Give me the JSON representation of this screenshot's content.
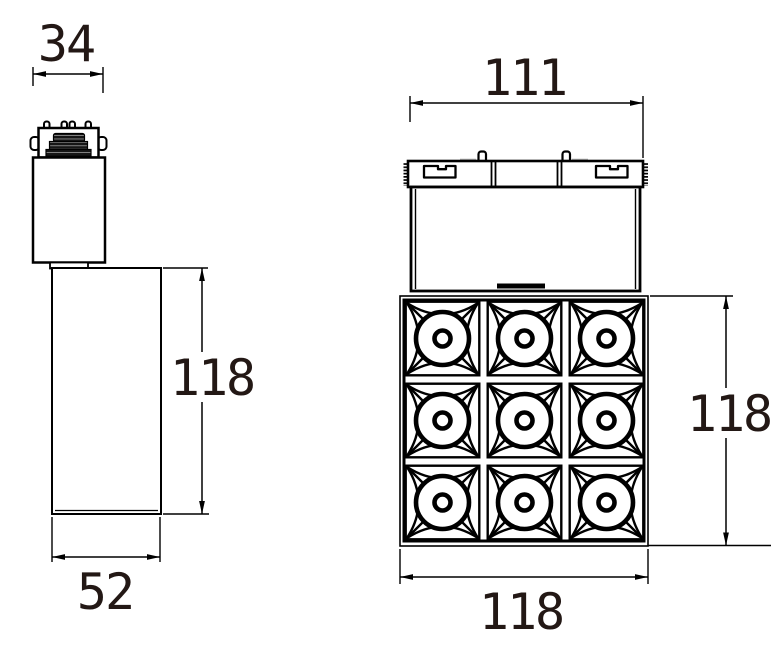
{
  "drawing": {
    "background": "#ffffff",
    "line_color": "#000000",
    "text_color": "#231815",
    "side_view": {
      "adapter_width_label": "34",
      "height_label": "118",
      "width_label": "52"
    },
    "front_view": {
      "track_width_label": "111",
      "height_label": "118",
      "width_label": "118",
      "lens_grid": {
        "rows": 3,
        "cols": 3
      }
    }
  }
}
